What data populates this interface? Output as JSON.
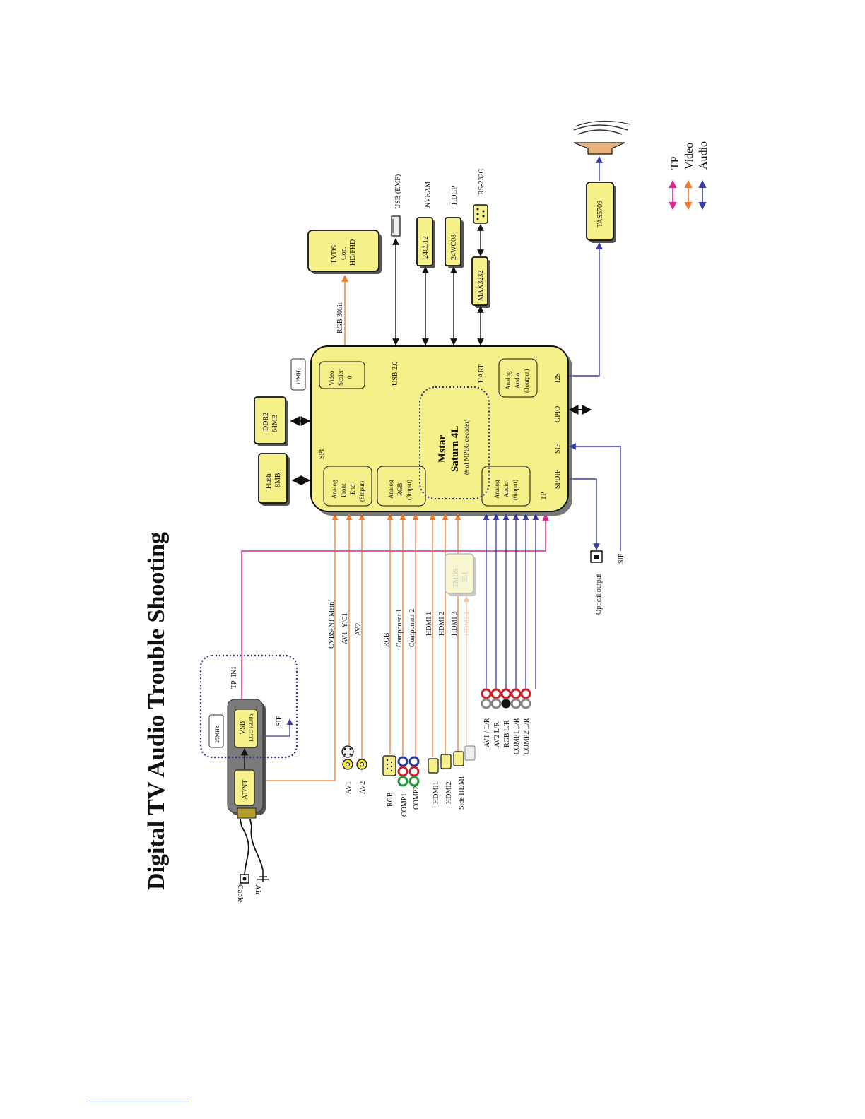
{
  "title": "Digital TV Audio Trouble Shooting",
  "colors": {
    "tp": "#e0248f",
    "video": "#f07a30",
    "audio": "#3a3fa8",
    "chip_fill": "#f5f08a",
    "shadow": "#8c8c8c",
    "dotted_border": "#2a2f8a"
  },
  "tuner": {
    "antenna_labels": [
      "Air",
      "Cable"
    ],
    "atnt": "AT/NT",
    "vsb": "VSB",
    "vsb_part": "LGDT3305",
    "crystal": "25MHz",
    "sif": "SIF",
    "tp_in": "TP_IN1"
  },
  "main_chip": {
    "brand": "Mstar",
    "name": "Saturn 4L",
    "subtitle": "(# of MPEG decoder)",
    "crystal": "12MHz",
    "spi": "SPI",
    "usb": "USB 2.0",
    "uart": "UART",
    "i2s": "I2S",
    "gpio": "GPIO",
    "sif": "SIF",
    "spdif": "SPDIF",
    "tp": "TP",
    "blocks": {
      "video_scaler": [
        "Video",
        "Scaler",
        "0"
      ],
      "analog_front_end": [
        "Analog",
        "Front",
        "End",
        "(8input)"
      ],
      "analog_rgb": [
        "Analog",
        "RGB",
        "(3input)"
      ],
      "analog_audio_in": [
        "Analog",
        "Audio",
        "(6input)"
      ],
      "analog_audio_out": [
        "Analog",
        "Audio",
        "(3output)"
      ]
    }
  },
  "memory": {
    "flash": [
      "Flash",
      "8MB"
    ],
    "ddr": [
      "DDR2",
      "64MB"
    ]
  },
  "outputs": {
    "rgb_bus": "RGB 30bit",
    "lvds": [
      "LVDS",
      "Con.",
      "HD/FHD"
    ],
    "usb_emf": "USB (EMF)",
    "nvram_label": "NVRAM",
    "nvram_chip": "24C512",
    "hdcp_label": "HDCP",
    "hdcp_chip": "24WC08",
    "rs232_label": "RS-232C",
    "max_chip": "MAX3232",
    "amp": "TAS5709",
    "optical": "Optical output",
    "sif_in": "SIF"
  },
  "video_inputs": {
    "signal_labels": [
      "CVBS(NT Main)",
      "AV1_Y/C1",
      "AV2",
      "RGB",
      "Component 1",
      "Component 2",
      "HDMI 1",
      "HDMI 2",
      "HDMI 3",
      "HDMI 4"
    ],
    "connector_labels": [
      "AV1",
      "AV2",
      "RGB",
      "COMP1",
      "COMP2",
      "HDMI1",
      "HDMI2",
      "Side HDMI"
    ],
    "tmds": [
      "TMDS",
      "351"
    ]
  },
  "audio_inputs": {
    "labels": [
      "AV1 / L/R",
      "AV2 L/R",
      "RGB L/R",
      "COMP1 L/R",
      "COMP2 L/R"
    ]
  },
  "legend": [
    {
      "label": "TP",
      "color": "#e0248f"
    },
    {
      "label": "Video",
      "color": "#f07a30"
    },
    {
      "label": "Audio",
      "color": "#3a3fa8"
    }
  ]
}
